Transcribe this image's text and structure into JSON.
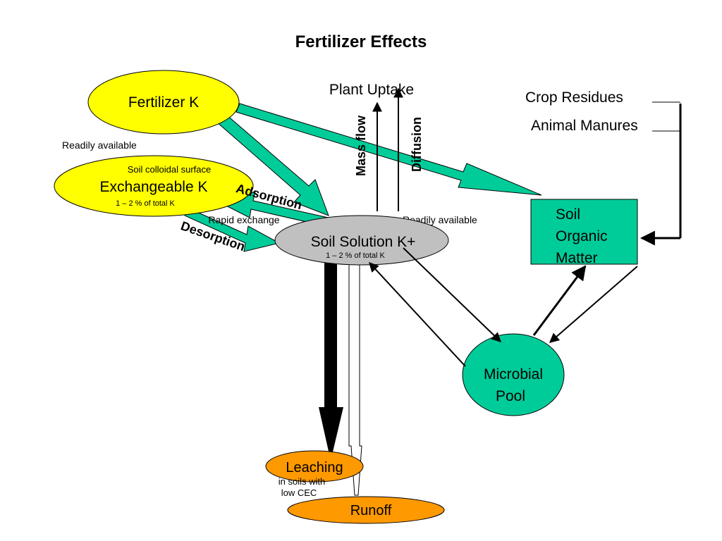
{
  "title": "Fertilizer Effects",
  "nodes": {
    "fertilizer_k": {
      "label": "Fertilizer K"
    },
    "exchangeable_k": {
      "label": "Exchangeable K",
      "top_note": "Soil colloidal surface",
      "bottom_note": "1 – 2 % of total K"
    },
    "soil_solution": {
      "label": "Soil Solution K+",
      "note": "1 – 2 % of total K"
    },
    "plant_uptake": {
      "label": "Plant Uptake"
    },
    "crop_residues": {
      "label": "Crop Residues"
    },
    "animal_manures": {
      "label": "Animal Manures"
    },
    "som": {
      "line1": "Soil",
      "line2": "Organic",
      "line3": "Matter"
    },
    "microbial": {
      "line1": "Microbial",
      "line2": "Pool"
    },
    "leaching": {
      "label": "Leaching",
      "note1": "in soils with",
      "note2": "low CEC"
    },
    "runoff": {
      "label": "Runoff"
    }
  },
  "annotations": {
    "readily_available_left": "Readily available",
    "readily_available_right": "Readily available",
    "rapid_exchange": "Rapid exchange",
    "adsorption": "Adsorption",
    "desorption": "Desorption",
    "mass_flow": "Mass flow",
    "diffusion": "Diffusion"
  },
  "colors": {
    "yellow": "#FFFF00",
    "teal": "#00CC99",
    "grey": "#C0C0C0",
    "orange": "#FF9900",
    "black": "#000000"
  }
}
